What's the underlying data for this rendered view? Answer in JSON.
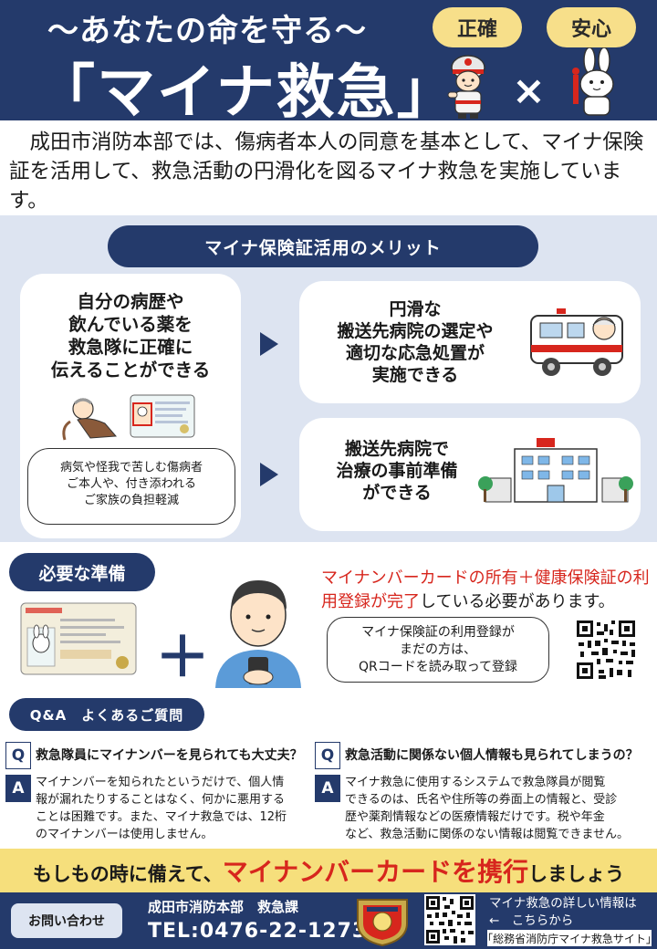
{
  "header": {
    "subtitle": "〜あなたの命を守る〜",
    "title": "「マイナ救急」",
    "badge_left": "正確",
    "badge_right": "安心",
    "times": "×"
  },
  "intro": "　成田市消防本部では、傷病者本人の同意を基本として、マイナ保険証を活用して、救急活動の円滑化を図るマイナ救急を実施しています。",
  "merits": {
    "title": "マイナ保険証活用のメリット",
    "left_card": "自分の病歴や\n飲んでいる薬を\n救急隊に正確に\n伝えることができる",
    "left_bubble": "病気や怪我で苦しむ傷病者\nご本人や、付き添われる\nご家族の負担軽減",
    "top_right": "円滑な\n搬送先病院の選定や\n適切な応急処置が\n実施できる",
    "bottom_right": "搬送先病院で\n治療の事前準備\nができる"
  },
  "requirements": {
    "title": "必要な準備",
    "plus": "＋",
    "text_red": "マイナンバーカードの所有＋健康保険証の利用登録が完了",
    "text_rest": "している必要があります。",
    "qr_bubble": "マイナ保険証の利用登録が\nまだの方は、\nQRコードを読み取って登録"
  },
  "qa": {
    "title": "Q&A　よくあるご質問",
    "q_label": "Q",
    "a_label": "A",
    "items": [
      {
        "q": "救急隊員にマイナンバーを見られても大丈夫？",
        "a": "マイナンバーを知られたというだけで、個人情\n報が漏れたりすることはなく、何かに悪用する\nことは困難です。また、マイナ救急では、12桁\nのマイナンバーは使用しません。"
      },
      {
        "q": "救急活動に関係ない個人情報も見られてしまうの？",
        "a": "マイナ救急に使用するシステムで救急隊員が閲覧\nできるのは、氏名や住所等の券面上の情報と、受診\n歴や薬剤情報などの医療情報だけです。税や年金\nなど、救急活動に関係のない情報は閲覧できません。"
      }
    ]
  },
  "banner": {
    "pre": "もしもの時に備えて、",
    "red": "マイナンバーカードを携行",
    "post": "しましょう"
  },
  "footer": {
    "contact": "お問い合わせ",
    "dept": "成田市消防本部　救急課",
    "tel": "TEL:0476-22-1273",
    "info": "マイナ救急の詳しい情報は\n←　こちらから",
    "site": "「総務省消防庁マイナ救急サイト」"
  },
  "colors": {
    "navy": "#243a6b",
    "light_blue": "#dde4f1",
    "yellow": "#f6df7c",
    "red": "#d7261d"
  }
}
